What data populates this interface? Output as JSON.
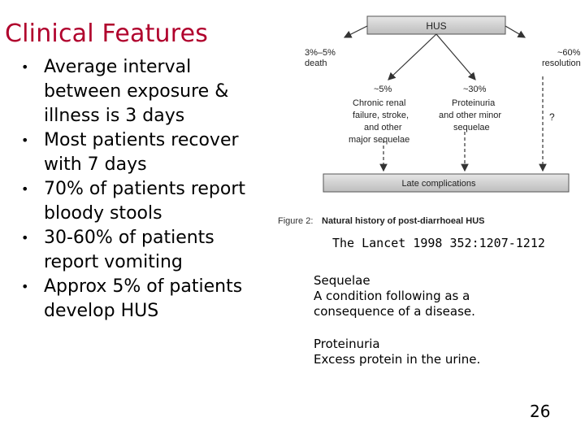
{
  "slide": {
    "title": "Clinical Features",
    "bullets": [
      {
        "lines": [
          "Average interval",
          "between exposure &",
          "illness is 3 days"
        ]
      },
      {
        "lines": [
          "Most patients recover",
          "with 7 days"
        ]
      },
      {
        "lines": [
          "70% of patients report",
          "bloody stools"
        ]
      },
      {
        "lines": [
          "30-60% of patients",
          "report vomiting"
        ]
      },
      {
        "lines": [
          "Approx 5% of patients",
          "develop HUS"
        ]
      }
    ],
    "page_number": "26"
  },
  "figure": {
    "top_box": "HUS",
    "left_pct": "3%–5%",
    "left_label": "death",
    "right_pct": "~60%",
    "right_label": "resolution",
    "mid_left_pct": "~5%",
    "mid_left_lines": [
      "Chronic renal",
      "failure, stroke,",
      "and other",
      "major sequelae"
    ],
    "mid_right_pct": "~30%",
    "mid_right_lines": [
      "Proteinuria",
      "and other minor",
      "sequelae"
    ],
    "question": "?",
    "bottom_box": "Late complications",
    "caption_prefix": "Figure 2:",
    "caption_text": "Natural history of post-diarrhoeal HUS"
  },
  "citation": "The Lancet 1998 352:1207-1212",
  "definitions": [
    {
      "term": "Sequelae",
      "definition": [
        "A condition following as a",
        "consequence of a disease."
      ]
    },
    {
      "term": "Proteinuria",
      "definition": [
        "Excess protein in the urine."
      ]
    }
  ]
}
